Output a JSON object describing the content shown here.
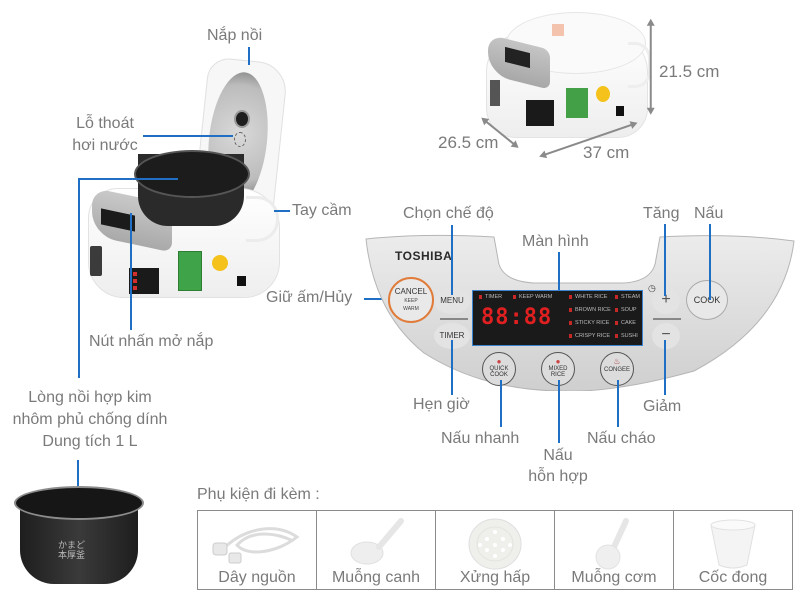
{
  "labels": {
    "lid": "Nắp nồi",
    "steam_vent_1": "Lỗ thoát",
    "steam_vent_2": "hơi nước",
    "handle": "Tay cầm",
    "keep_warm_cancel": "Giữ ấm/Hủy",
    "lid_release_button": "Nút nhấn mở nắp",
    "inner_pot_1": "Lòng nồi hợp kim",
    "inner_pot_2": "nhôm phủ chống dính",
    "inner_pot_3": "Dung tích 1 L",
    "menu_select": "Chọn chế độ",
    "display": "Màn hình",
    "increase": "Tăng",
    "cook": "Nấu",
    "timer": "Hẹn giờ",
    "decrease": "Giảm",
    "quick_cook": "Nấu nhanh",
    "congee": "Nấu cháo",
    "mixed_1": "Nấu",
    "mixed_2": "hỗn hợp"
  },
  "dimensions": {
    "height": "21.5 cm",
    "depth": "26.5 cm",
    "width": "37 cm"
  },
  "control_panel": {
    "brand": "TOSHIBA",
    "cancel": "CANCEL",
    "keep_warm_1": "KEEP",
    "keep_warm_2": "WARM",
    "menu": "MENU",
    "timer": "TIMER",
    "cook": "COOK",
    "plus": "+",
    "minus": "−",
    "clock_icon": "◷",
    "display_digits": "88:88",
    "indicators": [
      "TIMER",
      "KEEP WARM",
      "WHITE RICE",
      "STEAM",
      "BROWN RICE",
      "SOUP",
      "STICKY RICE",
      "CAKE",
      "CRISPY RICE",
      "SUSHI"
    ],
    "quick_cook_1": "QUICK",
    "quick_cook_2": "COOK",
    "mixed_rice_1": "MIXED",
    "mixed_rice_2": "RICE",
    "congee": "CONGEE"
  },
  "inner_pot_print": {
    "line1": "かまど",
    "line2": "本厚釜"
  },
  "accessories": {
    "title": "Phụ kiện đi kèm :",
    "items": [
      {
        "name": "Dây nguồn",
        "icon": "power-cord-icon"
      },
      {
        "name": "Muỗng canh",
        "icon": "soup-ladle-icon"
      },
      {
        "name": "Xửng hấp",
        "icon": "steamer-tray-icon"
      },
      {
        "name": "Muỗng cơm",
        "icon": "rice-paddle-icon"
      },
      {
        "name": "Cốc đong",
        "icon": "measuring-cup-icon"
      }
    ]
  },
  "colors": {
    "callout_line": "#1f6fc4",
    "label_text": "#7a7a7a",
    "cancel_ring": "#e07b39",
    "lcd_digits": "#e02020"
  }
}
